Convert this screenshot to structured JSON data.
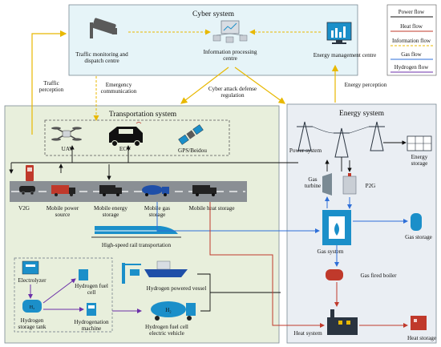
{
  "cyber": {
    "title": "Cyber system",
    "traffic_monitoring": [
      "Traffic monitoring and",
      "dispatch centre"
    ],
    "info_processing": [
      "Information processing",
      "centre"
    ],
    "energy_management": "Energy management centre"
  },
  "transport": {
    "title": "Transportation system",
    "uav": "UAV",
    "ecv": "ECV",
    "gps": "GPS/Beidou",
    "v2g": "V2G",
    "mobile_power": [
      "Mobile power",
      "source"
    ],
    "mobile_energy_storage": [
      "Mobile energy",
      "storage"
    ],
    "mobile_gas_storage": [
      "Mobile gas",
      "storage"
    ],
    "mobile_heat_storage": "Mobile heat storage",
    "rail": "High-speed rail transportation",
    "electrolyzer": "Electrolyzer",
    "h2_fuel_cell": [
      "Hydrogen fuel",
      "cell"
    ],
    "h2_tank": [
      "Hydrogen",
      "storage tank"
    ],
    "h2_machine": [
      "Hydrogenation",
      "machine"
    ],
    "h2_vessel": "Hydrogen powered vessel",
    "h2_vehicle": [
      "Hydrogen fuel cell",
      "electric vehicle"
    ]
  },
  "energy": {
    "title": "Energy system",
    "power_system": "Power system",
    "energy_storage": [
      "Energy",
      "storage"
    ],
    "gas_turbine": [
      "Gas",
      "turbine"
    ],
    "p2g": "P2G",
    "gas_system": "Gas system",
    "gas_storage": "Gas storage",
    "gas_boiler": "Gas fired boiler",
    "heat_system": "Heat system",
    "heat_storage": "Heat storage"
  },
  "arrows": {
    "traffic_perception": [
      "Traffic",
      "perception"
    ],
    "emergency_comm": [
      "Emergency",
      "communication"
    ],
    "cyber_defense": [
      "Cyber attack defense",
      "regulation"
    ],
    "energy_perception": "Energy perception"
  },
  "legend": [
    {
      "label": "Power flow",
      "color": "#111111"
    },
    {
      "label": "Heat flow",
      "color": "#c0392b"
    },
    {
      "label": "Information flow",
      "color": "#e8b800"
    },
    {
      "label": "Gas flow",
      "color": "#2e6fd8"
    },
    {
      "label": "Hydrogen flow",
      "color": "#6b2fa8"
    }
  ],
  "colors": {
    "cyber_bg": "#e6f4f8",
    "transport_bg": "#e8efdc",
    "energy_bg": "#eaeef3",
    "info": "#e8b800",
    "power": "#111111",
    "gas": "#2e6fd8",
    "heat": "#c0392b",
    "hydrogen": "#6b2fa8",
    "device": "#1b8fc9"
  }
}
